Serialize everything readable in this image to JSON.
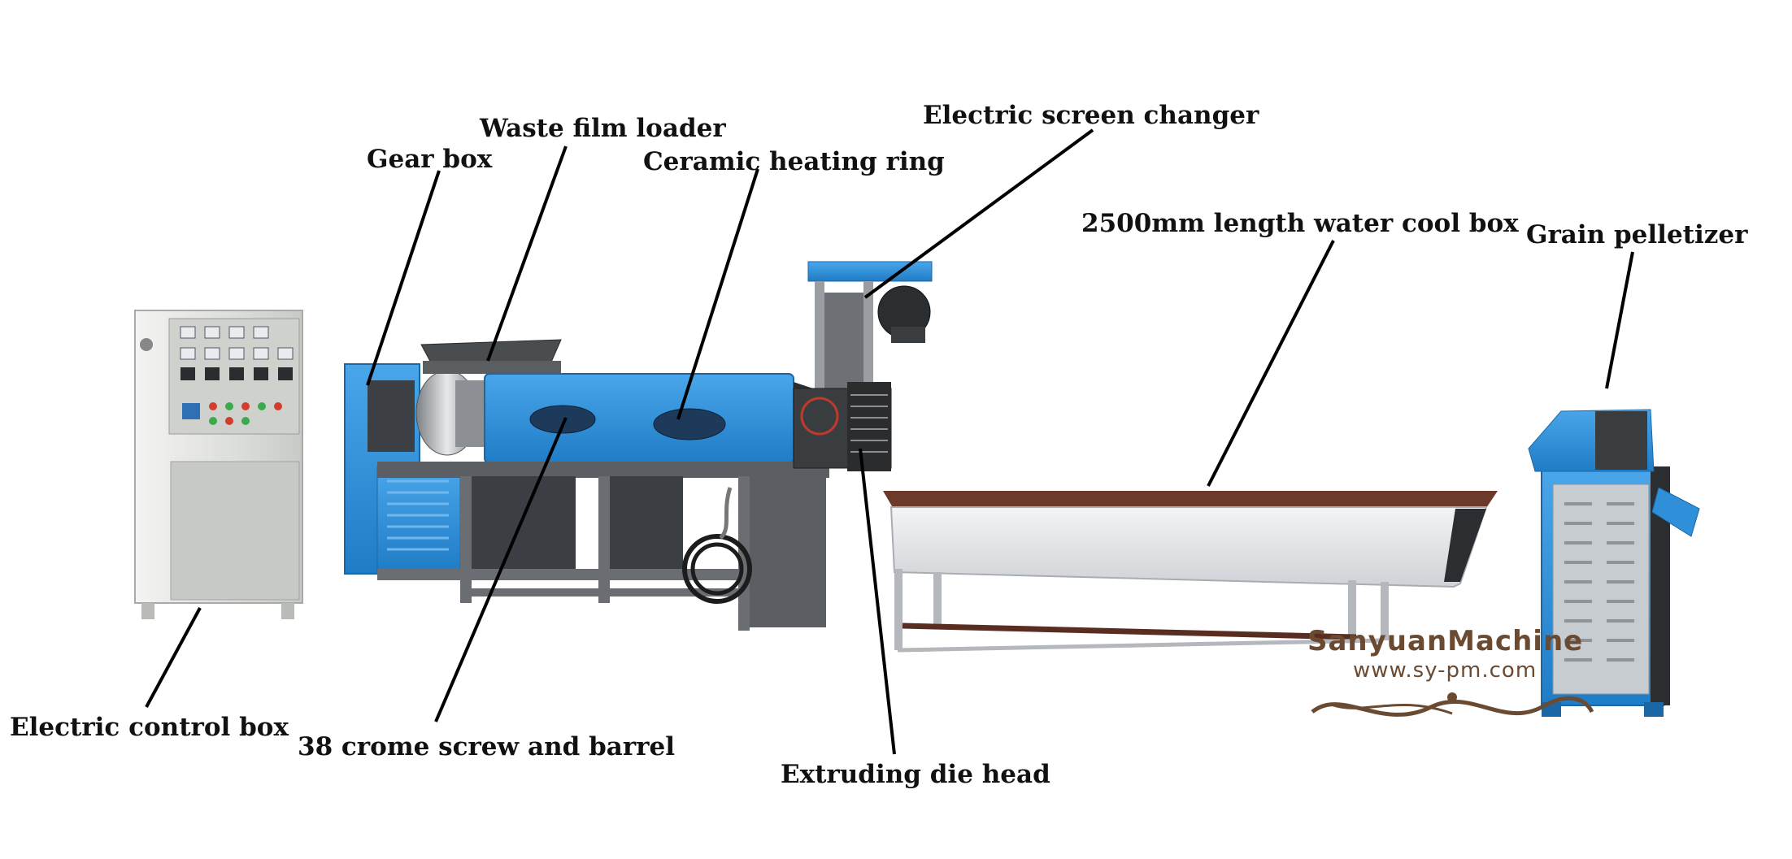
{
  "labels": {
    "gear_box": "Gear box",
    "waste_film_loader": "Waste film loader",
    "ceramic_heating_ring": "Ceramic heating ring",
    "electric_screen_changer": "Electric screen changer",
    "water_cool_box": "2500mm length water cool box",
    "grain_pelletizer": "Grain pelletizer",
    "electric_control_box": "Electric control box",
    "screw_and_barrel": "38 crome screw and barrel",
    "extruding_die_head": "Extruding die head"
  },
  "watermark": {
    "brand": "SanyuanMachine",
    "url": "www.sy-pm.com"
  },
  "colors": {
    "machine_blue": "#2f8fd8",
    "frame_grey": "#5b5f63",
    "cabinet_grey": "#d9dbd8",
    "tank_rim": "#6b3a2a",
    "watermark_brown": "#6b4a32",
    "leader_line": "#000000"
  }
}
